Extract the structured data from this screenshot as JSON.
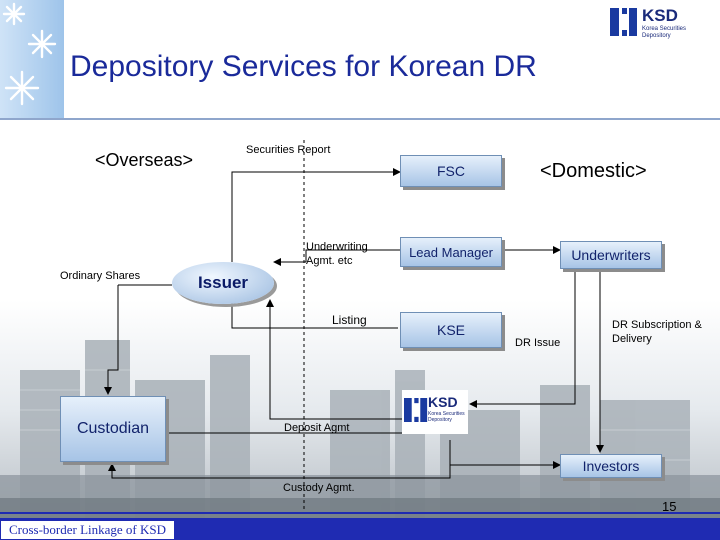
{
  "slide": {
    "title": "Depository Services for Korean DR",
    "footer": "Cross-border Linkage of KSD",
    "page_number": "15"
  },
  "logo": {
    "name": "KSD",
    "subtitle_line1": "Korea Securities",
    "subtitle_line2": "Depository",
    "icon": "ksd-logo-icon"
  },
  "diagram": {
    "overseas_heading": "<Overseas>",
    "domestic_heading": "<Domestic>",
    "nodes": {
      "issuer": "Issuer",
      "custodian": "Custodian",
      "fsc": "FSC",
      "lead_manager": "Lead Manager",
      "underwriters": "Underwriters",
      "kse": "KSE",
      "investors": "Investors"
    },
    "edge_labels": {
      "ordinary_shares": "Ordinary Shares",
      "securities_report": "Securities Report",
      "underwriting_line1": "Underwriting",
      "underwriting_line2": "Agmt. etc",
      "listing": "Listing",
      "dr_issue": "DR Issue",
      "dr_subscription_line1": "DR Subscription &",
      "dr_subscription_line2": "Delivery",
      "deposit_agmt": "Deposit Agmt",
      "custody_agmt": "Custody Agmt."
    }
  },
  "colors": {
    "title": "#1a2a9a",
    "footer_bar": "#1f2bb2",
    "node_text": "#12236b",
    "snowflake_panel": "#9ec4ea"
  }
}
